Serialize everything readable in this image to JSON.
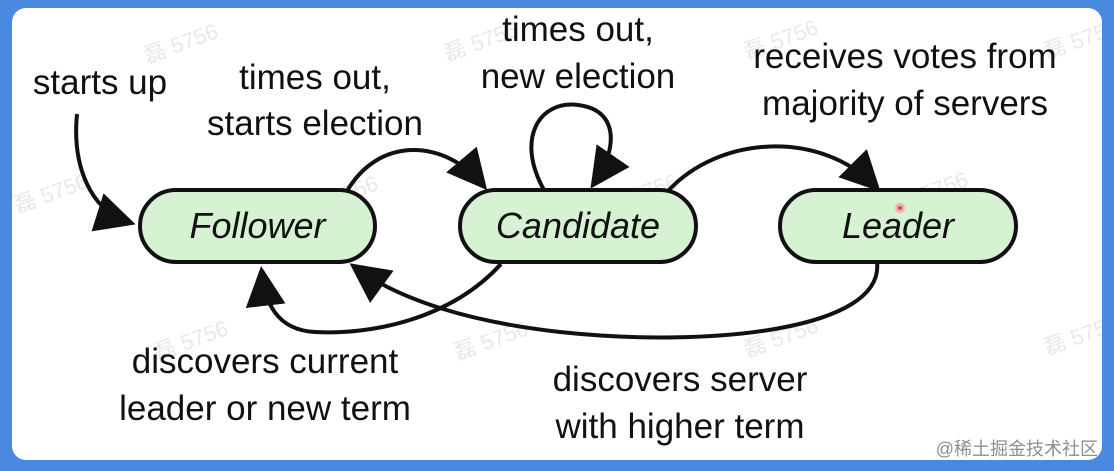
{
  "diagram": {
    "states": [
      {
        "id": "follower",
        "label": "Follower"
      },
      {
        "id": "candidate",
        "label": "Candidate"
      },
      {
        "id": "leader",
        "label": "Leader"
      }
    ],
    "transitions": {
      "starts_up": "starts up",
      "times_out_starts_election_line1": "times out,",
      "times_out_starts_election_line2": "starts election",
      "times_out_new_election_line1": "times out,",
      "times_out_new_election_line2": "new election",
      "receives_votes_line1": "receives votes from",
      "receives_votes_line2": "majority of servers",
      "discovers_current_line1": "discovers current",
      "discovers_current_line2": "leader or new term",
      "discovers_server_line1": "discovers server",
      "discovers_server_line2": "with higher term"
    }
  },
  "watermark": "磊 5756",
  "brand": "@稀土掘金技术社区",
  "colors": {
    "frame": "#4a89e0",
    "state_fill": "#d6f2d3",
    "stroke": "#111111"
  }
}
